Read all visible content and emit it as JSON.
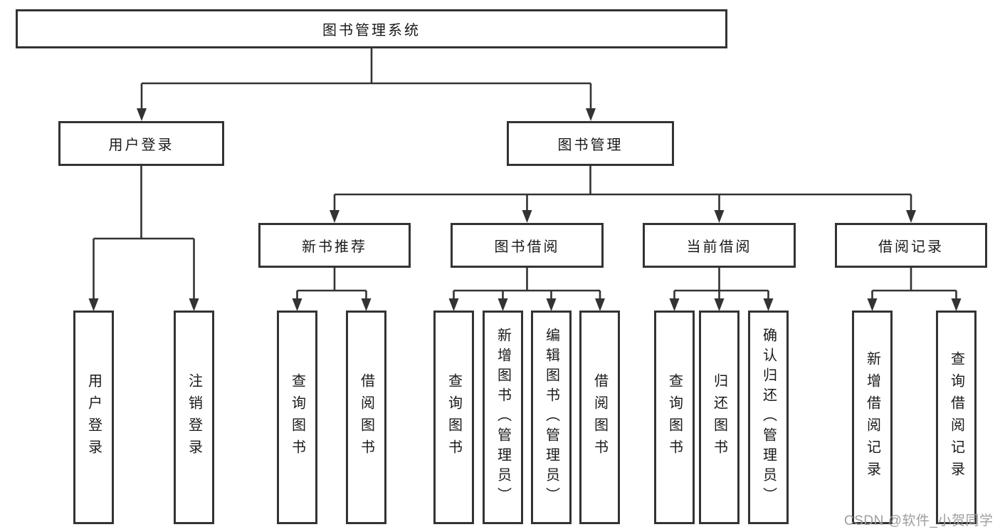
{
  "colors": {
    "line": "#333333",
    "box_border": "#333333",
    "box_fill": "#ffffff",
    "text": "#1a1a1a",
    "background": "#ffffff",
    "watermark": "#9e9e9e"
  },
  "nodes": {
    "root": {
      "label": "图书管理系统"
    },
    "user_login": {
      "label": "用户登录"
    },
    "book_mgmt": {
      "label": "图书管理"
    },
    "login": {
      "label": "用户登录"
    },
    "logout": {
      "label": "注销登录"
    },
    "new_book_rec": {
      "label": "新书推荐"
    },
    "book_borrow": {
      "label": "图书借阅"
    },
    "current_borrow": {
      "label": "当前借阅"
    },
    "borrow_records": {
      "label": "借阅记录"
    },
    "nb_query": {
      "label": "查询图书"
    },
    "nb_borrow": {
      "label": "借阅图书"
    },
    "bb_query": {
      "label": "查询图书"
    },
    "bb_add": {
      "label": "新增图书（管理员）"
    },
    "bb_edit": {
      "label": "编辑图书（管理员）"
    },
    "bb_borrow": {
      "label": "借阅图书"
    },
    "cb_query": {
      "label": "查询图书"
    },
    "cb_return": {
      "label": "归还图书"
    },
    "cb_confirm": {
      "label": "确认归还（管理员）"
    },
    "br_add": {
      "label": "新增借阅记录"
    },
    "br_query": {
      "label": "查询借阅记录"
    }
  },
  "hierarchy": {
    "root": [
      "user_login",
      "book_mgmt"
    ],
    "user_login": [
      "login",
      "logout"
    ],
    "book_mgmt": [
      "new_book_rec",
      "book_borrow",
      "current_borrow",
      "borrow_records"
    ],
    "new_book_rec": [
      "nb_query",
      "nb_borrow"
    ],
    "book_borrow": [
      "bb_query",
      "bb_add",
      "bb_edit",
      "bb_borrow"
    ],
    "current_borrow": [
      "cb_query",
      "cb_return",
      "cb_confirm"
    ],
    "borrow_records": [
      "br_add",
      "br_query"
    ]
  },
  "watermark": {
    "text": "CSDN @软件_小贺同学"
  }
}
